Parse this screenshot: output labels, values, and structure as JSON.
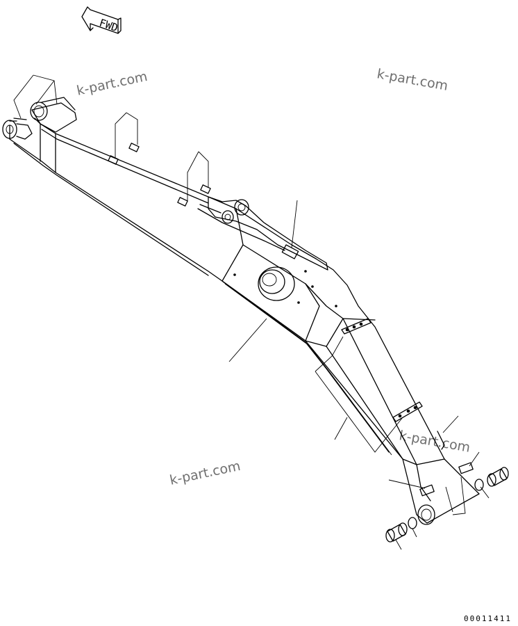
{
  "diagram": {
    "fwd_label": "FWD",
    "watermarks": [
      "k-part.com",
      "k-part.com",
      "k-part.com",
      "k-part.com"
    ],
    "drawing_code": "00011411",
    "parts": [
      {
        "id": "arm-boss-top"
      },
      {
        "id": "grease-fitting-a"
      },
      {
        "id": "grease-fitting-b"
      },
      {
        "id": "hose-clamp-mid"
      },
      {
        "id": "arm-assembly"
      },
      {
        "id": "arm-lower-section"
      },
      {
        "id": "grease-fitting-tip"
      },
      {
        "id": "bushing-left"
      },
      {
        "id": "bushing-right"
      },
      {
        "id": "shim-left"
      },
      {
        "id": "shim-right"
      },
      {
        "id": "grease-fitting-lower"
      }
    ]
  }
}
